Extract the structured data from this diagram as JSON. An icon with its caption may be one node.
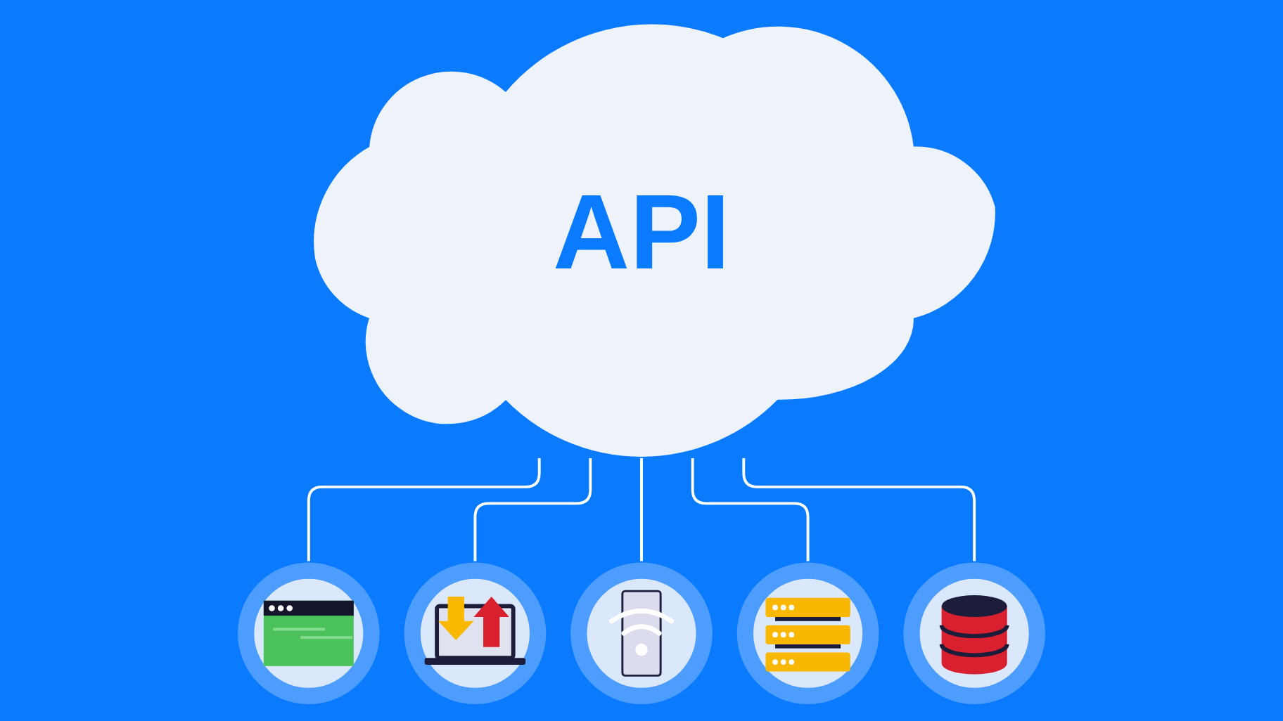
{
  "diagram": {
    "nodes": [
      {
        "text": [
          "API"
        ]
      },
      {
        "text": [],
        "shape": "circle"
      },
      {
        "text": [],
        "shape": "circle"
      },
      {
        "text": [],
        "shape": "circle"
      },
      {
        "text": [],
        "shape": "circle"
      },
      {
        "text": [],
        "shape": "circle"
      }
    ],
    "edges": [
      {
        "from": 0,
        "to": 1,
        "arrow": "none"
      },
      {
        "from": 0,
        "to": 2,
        "arrow": "none"
      },
      {
        "from": 0,
        "to": 3,
        "arrow": "none"
      },
      {
        "from": 0,
        "to": 4,
        "arrow": "none"
      },
      {
        "from": 0,
        "to": 5,
        "arrow": "none"
      }
    ]
  }
}
